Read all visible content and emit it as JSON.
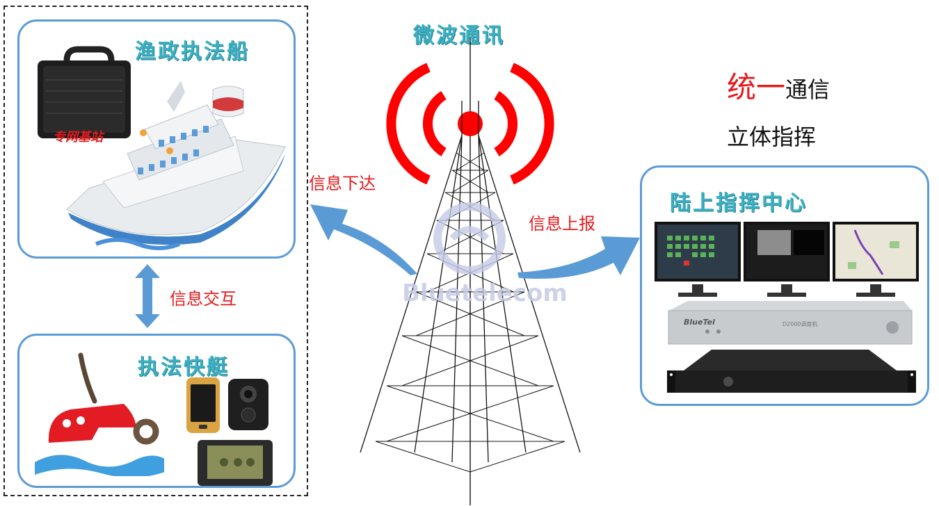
{
  "left": {
    "ship": {
      "title": "渔政执法船",
      "base_station": "专网基站"
    },
    "interaction": "信息交互",
    "boat": {
      "title": "执法快艇"
    }
  },
  "tower": {
    "title": "微波通讯",
    "watermark": "Bluetelecom"
  },
  "arrows": {
    "down": "信息下达",
    "up": "信息上报"
  },
  "slogan": {
    "highlight": "统一",
    "rest": "通信",
    "line2": "立体指挥"
  },
  "center": {
    "title": "陆上指挥中心",
    "device_brand": "BlueTel",
    "device_model": "D2000调度机"
  },
  "colors": {
    "accent_blue": "#5b9bd5",
    "title_teal": "#3bb0c3",
    "signal_red": "#ff0000",
    "label_red": "#e41a1c"
  }
}
